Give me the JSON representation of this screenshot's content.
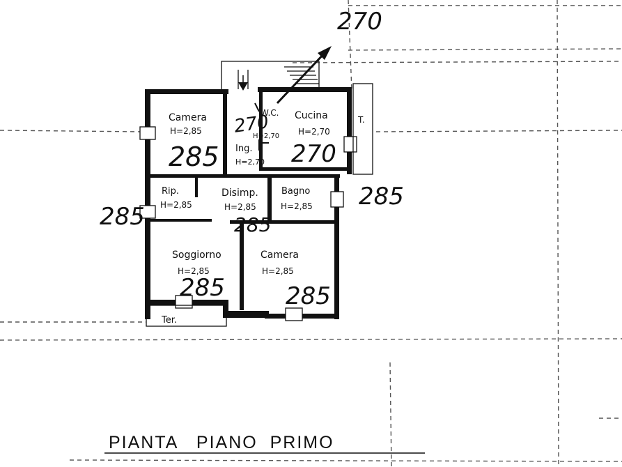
{
  "plan": {
    "title": "PIANTA   PIANO  PRIMO",
    "hand_notes": [
      "270",
      "285",
      "270",
      "285",
      "285",
      "285",
      "285",
      "270",
      "285"
    ],
    "rooms": [
      {
        "name": "Camera",
        "height": "H=2,85"
      },
      {
        "name": "W.C.",
        "height": "H=2,70"
      },
      {
        "name": "Cucina",
        "height": "H=2,70"
      },
      {
        "name": "Ing.",
        "height": "H=2,70"
      },
      {
        "name": "T.",
        "height": ""
      },
      {
        "name": "Rip.",
        "height": "H=2,85"
      },
      {
        "name": "Disimp.",
        "height": "H=2,85"
      },
      {
        "name": "Bagno",
        "height": "H=2,85"
      },
      {
        "name": "Soggiorno",
        "height": "H=2,85"
      },
      {
        "name": "Camera",
        "height": "H=2,85"
      },
      {
        "name": "Ter.",
        "height": ""
      }
    ]
  }
}
